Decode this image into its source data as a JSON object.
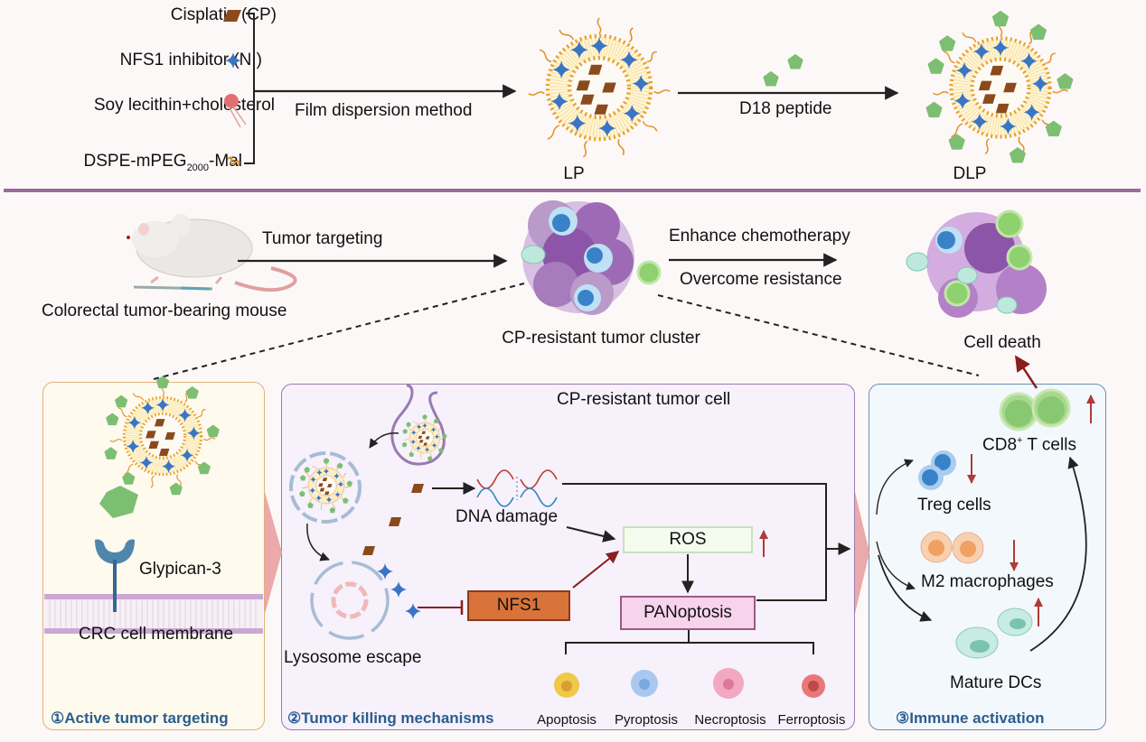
{
  "preparation": {
    "components": [
      {
        "label": "Cisplatin (CP)",
        "icon": "cisplatin-parallelogram-icon"
      },
      {
        "label": "NFS1 inhibitor (NI)",
        "icon": "four-point-star-icon"
      },
      {
        "label": "Soy lecithin+cholesterol",
        "icon": "phospholipid-icon"
      },
      {
        "label_main": "DSPE-mPEG",
        "label_sub": "2000",
        "label_tail": "-Mal",
        "icon": "peg-squiggle-icon"
      }
    ],
    "step1_label": "Film dispersion method",
    "product1": "LP",
    "step2_label": "D18 peptide",
    "product2": "DLP"
  },
  "overview": {
    "mouse_label": "Colorectal tumor-bearing mouse",
    "arrow1_label": "Tumor targeting",
    "cluster_label": "CP-resistant tumor cluster",
    "arrow2_top_label": "Enhance chemotherapy",
    "arrow2_bottom_label": "Overcome resistance",
    "death_label": "Cell death"
  },
  "panel1": {
    "title": "①Active tumor targeting",
    "receptor_label": "Glypican-3",
    "membrane_label": "CRC cell membrane"
  },
  "panel2": {
    "title": "②Tumor killing mechanisms",
    "cell_label": "CP-resistant tumor cell",
    "dna_label": "DNA damage",
    "lysosome_label": "Lysosome escape",
    "ros_label": "ROS",
    "nfs1_label": "NFS1",
    "panoptosis_label": "PANoptosis",
    "death_types": [
      "Apoptosis",
      "Pyroptosis",
      "Necroptosis",
      "Ferroptosis"
    ]
  },
  "panel3": {
    "title": "③Immune activation",
    "cd8_main": "CD8",
    "cd8_sup": "+",
    "cd8_tail": " T cells",
    "treg_label": "Treg cells",
    "m2_label": "M2 macrophages",
    "dc_label": "Mature DCs"
  },
  "colors": {
    "divider": "#9a6a9f",
    "arrow_up_down": "#b03a3a",
    "panel_title": "#2a5d8f",
    "cisplatin": "#8b4a1c",
    "inhibitor": "#3a75c4",
    "peptide": "#7cbf72",
    "liposome": "#e8a22c"
  }
}
